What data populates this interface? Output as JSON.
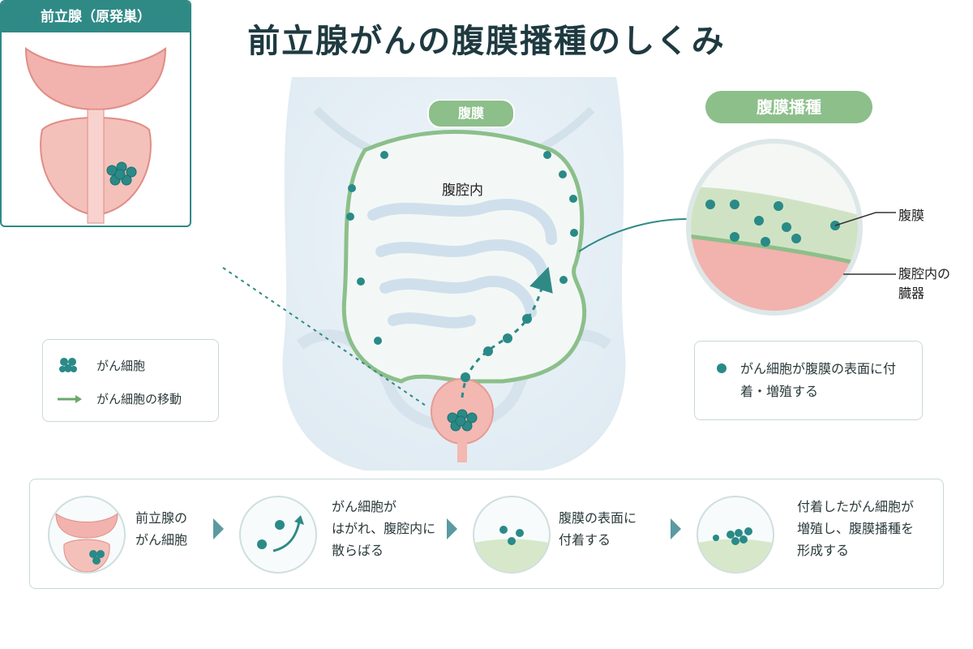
{
  "title": "前立腺がんの腹膜播種のしくみ",
  "prostate_panel": {
    "header": "前立腺（原発巣）"
  },
  "legend": {
    "cancer_cell": "がん細胞",
    "movement": "がん細胞の移動"
  },
  "center": {
    "peritoneum_tag": "腹膜",
    "cavity_label": "腹腔内"
  },
  "zoom": {
    "header": "腹膜播種",
    "label_peritoneum": "腹膜",
    "label_organs": "腹腔内の\n臓器"
  },
  "note": {
    "text": "がん細胞が腹膜の表面に付着・増殖する"
  },
  "steps": [
    {
      "text": "前立腺の\nがん細胞"
    },
    {
      "text": "がん細胞が\nはがれ、腹腔内に\n散らばる"
    },
    {
      "text": "腹膜の表面に\n付着する"
    },
    {
      "text": "付着したがん細胞が\n増殖し、腹膜播種を\n形成する"
    }
  ],
  "colors": {
    "teal": "#2f8a86",
    "cell": "#2a8a87",
    "green": "#8cbf8a",
    "pink": "#f2b2ad"
  }
}
